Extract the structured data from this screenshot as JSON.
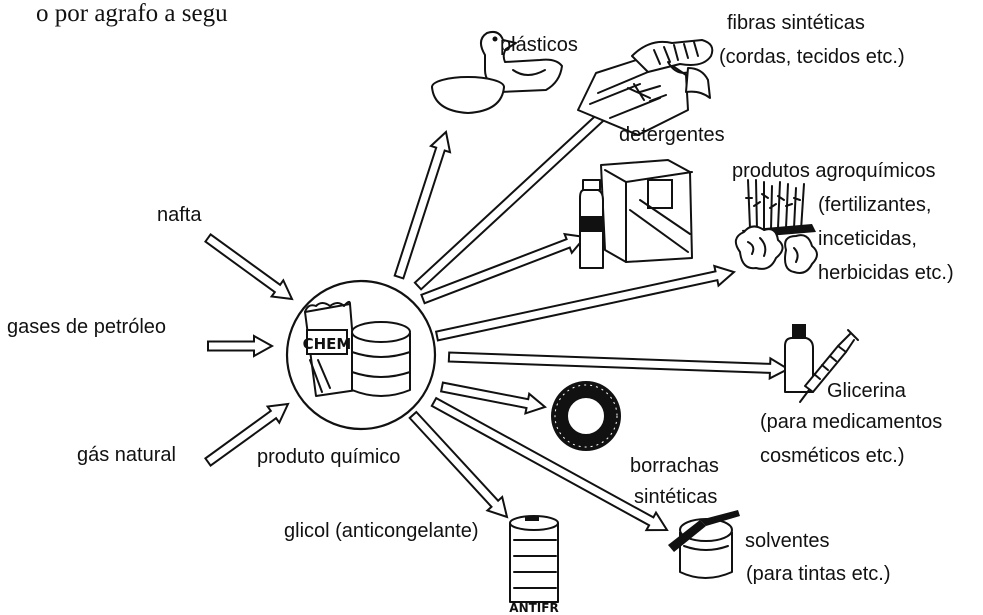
{
  "header": {
    "caption_fragment": "o por agrafo a segu"
  },
  "center": {
    "label": "produto químico",
    "bag_text": "CHEM",
    "icon": "chemical-products-icon"
  },
  "inputs": [
    {
      "id": "nafta",
      "lines": [
        "nafta"
      ]
    },
    {
      "id": "gases",
      "lines": [
        "gases de petróleo"
      ]
    },
    {
      "id": "gas-natural",
      "lines": [
        "gás natural"
      ]
    }
  ],
  "outputs": [
    {
      "id": "plasticos",
      "lines": [
        "plásticos"
      ],
      "icon": "rubber-duck-and-bowl-icon"
    },
    {
      "id": "fibras",
      "lines": [
        "fibras sintéticas",
        "(cordas, tecidos etc.)"
      ],
      "icon": "rope-and-fabric-icon"
    },
    {
      "id": "detergentes",
      "lines": [
        "detergentes"
      ],
      "icon": "detergent-bottle-and-box-icon"
    },
    {
      "id": "agro",
      "lines": [
        "produtos agroquímicos",
        "(fertilizantes,",
        "inceticidas,",
        "herbicidas etc.)"
      ],
      "icon": "plants-icon"
    },
    {
      "id": "glicerina",
      "lines": [
        "Glicerina",
        "(para medicamentos",
        "cosméticos etc.)"
      ],
      "icon": "bottle-and-syringe-icon"
    },
    {
      "id": "borrachas",
      "lines": [
        "borrachas",
        "sintéticas"
      ],
      "icon": "tire-icon"
    },
    {
      "id": "solventes",
      "lines": [
        "solventes",
        "(para tintas etc.)"
      ],
      "icon": "paint-can-and-brush-icon"
    },
    {
      "id": "glicol",
      "lines": [
        "glicol (anticongelante)"
      ],
      "icon": "antifreeze-can-icon"
    }
  ],
  "antifreeze_can_text": "ANTIFR"
}
